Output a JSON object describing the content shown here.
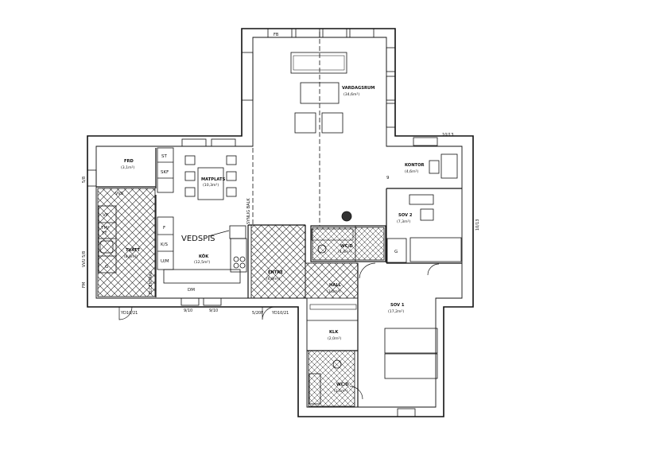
{
  "rooms": {
    "vardagsrum": {
      "name": "VARDAGSRUM",
      "area": "(34,6m²)"
    },
    "matplats": {
      "name": "MATPLATS",
      "area": "(10,3m²)"
    },
    "frd": {
      "name": "FRD",
      "area": "(3,1m²)"
    },
    "kok": {
      "name": "KÖK",
      "area": "(12,5m²)"
    },
    "tvatt": {
      "name": "TVÄTT",
      "area": "(8,6m²)"
    },
    "entre": {
      "name": "ENTRE",
      "area": "(6,9m²)"
    },
    "wc1": {
      "name": "WC/D",
      "area": "(4,4m²)"
    },
    "hall": {
      "name": "HALL",
      "area": "(3,6m²)"
    },
    "kontor": {
      "name": "KONTOR",
      "area": "(4,6m²)"
    },
    "sov2": {
      "name": "SOV 2",
      "area": "(7,3m²)"
    },
    "sov1": {
      "name": "SOV 1",
      "area": "(17,2m²)"
    },
    "klk": {
      "name": "KLK",
      "area": "(2,0m²)"
    },
    "wc2": {
      "name": "WC/D",
      "area": "(3,6m²)"
    }
  },
  "labels": {
    "vedspis": "VEDSPIS",
    "synlig_balk": "SYNLIG BALK",
    "st": "ST",
    "skf": "SKF",
    "f": "F",
    "ks": "K/S",
    "um": "U/M",
    "dm": "DM",
    "vp": "VP",
    "tmtt": "TM/\nTT",
    "tm": "TM/",
    "tt": "TT",
    "g_tvatt": "G",
    "g_wc": "G",
    "vvs": "VVS",
    "elcentral": "ELCENTRAL",
    "fm": "FM",
    "vvu": "VVU 5/8",
    "window_58": "5/8",
    "fb": "FB",
    "w_9_10a": "9/10",
    "w_9_10b": "9/10",
    "w_5_20f": "5/20F",
    "yd_left": "YD10/21",
    "yd_right": "YD10/21",
    "w_10_13a": "10/13",
    "w_10_13b": "10/13",
    "nine": "9"
  },
  "colors": {
    "line": "#111111",
    "hatch": "#222222",
    "background": "#ffffff"
  }
}
